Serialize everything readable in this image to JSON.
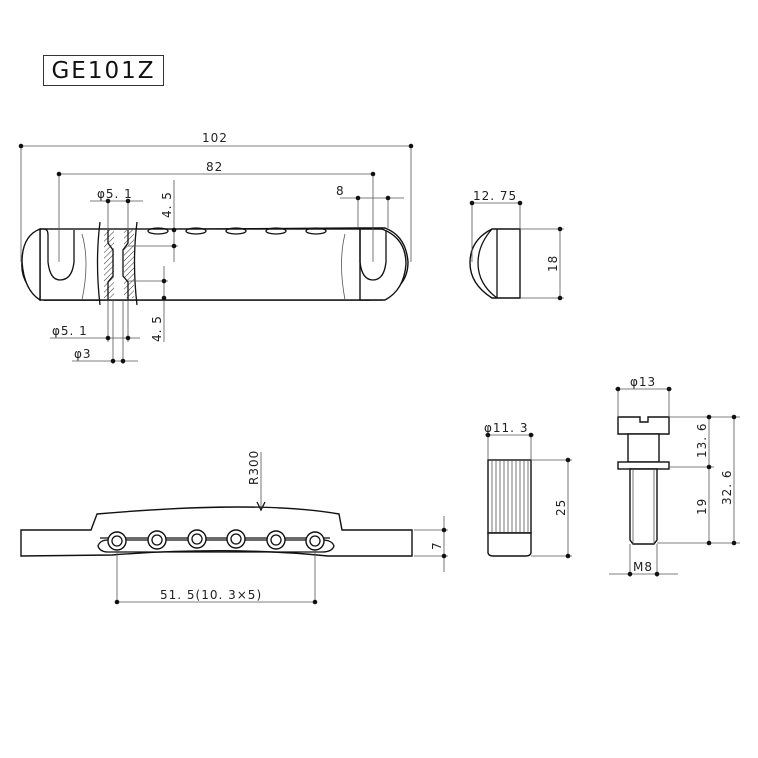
{
  "title": "GE101Z",
  "tailpiece_top_view": {
    "overall_width": "102",
    "stud_spacing": "82",
    "bore_diameter_top": "φ5. 1",
    "bore_depth_top": "4. 5",
    "bore_diameter_bottom": "φ5. 1",
    "bore_depth_bottom": "4. 5",
    "through_hole": "φ3",
    "slot_width": "8"
  },
  "tailpiece_end_view": {
    "depth": "12. 75",
    "height": "18"
  },
  "tailpiece_front_view": {
    "radius": "R300",
    "string_spacing": "51. 5(10. 3×5)",
    "height": "7",
    "string_hole_count": 6
  },
  "anchor": {
    "diameter": "φ11. 3",
    "length": "25"
  },
  "stud": {
    "head_diameter": "φ13",
    "head_length": "13. 6",
    "thread_length": "19",
    "total_length": "32. 6",
    "thread": "M8"
  },
  "colors": {
    "line": "#111111",
    "dim": "#555555",
    "background": "#ffffff"
  }
}
